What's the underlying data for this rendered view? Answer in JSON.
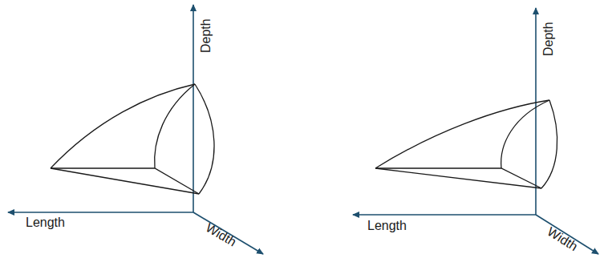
{
  "diagram": {
    "labels": [
      "Depth",
      "Length",
      "Width",
      "Depth",
      "Length",
      "Width"
    ]
  }
}
